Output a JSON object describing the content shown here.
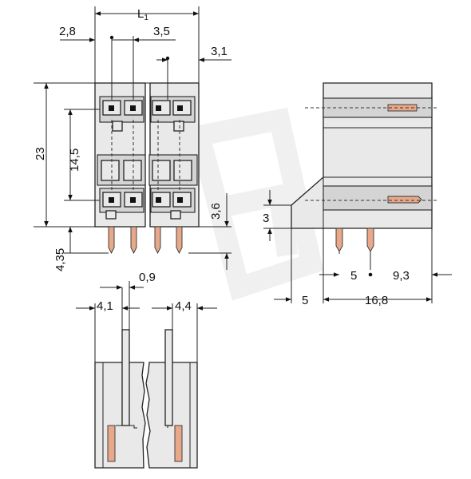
{
  "dimensions": {
    "L1": "L",
    "L1_sub": "1",
    "d_2_8": "2,8",
    "d_3_5": "3,5",
    "d_3_1": "3,1",
    "d_23": "23",
    "d_14_5": "14,5",
    "d_3_6": "3,6",
    "d_4_35": "4,35",
    "d_0_9": "0,9",
    "d_4_1": "4,1",
    "d_4_4": "4,4",
    "d_3": "3",
    "d_5a": "5",
    "d_9_3": "9,3",
    "d_5b": "5",
    "d_16_8": "16,8"
  },
  "colors": {
    "body": "#e9e9e9",
    "pin": "#e8a98a",
    "line": "#222222"
  }
}
